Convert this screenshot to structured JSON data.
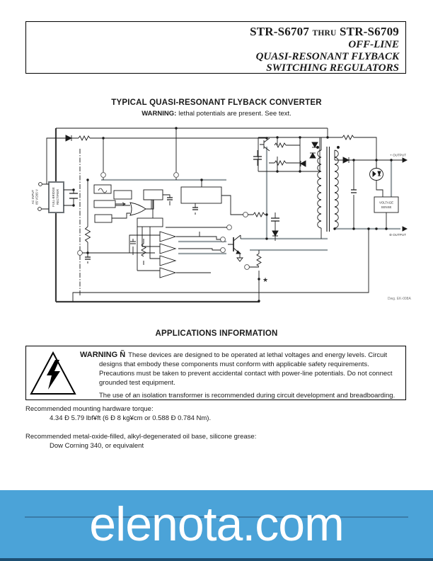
{
  "header": {
    "part_start": "STR-S6707",
    "thru": "THRU",
    "part_end": "STR-S6709",
    "subtitle_line1": "OFF-LINE",
    "subtitle_line2": "QUASI-RESONANT FLYBACK",
    "subtitle_line3": "SWITCHING REGULATORS"
  },
  "figure": {
    "title": "TYPICAL QUASI-RESONANT FLYBACK CONVERTER",
    "warning_label": "WARNING:",
    "warning_text": "lethal potentials are present.  See text."
  },
  "diagram": {
    "ac_input_line1": "AC INPUT",
    "ac_input_line2": "85 V/265 V",
    "rectifier_line1": "FULL-BRIDGE",
    "rectifier_line2": "RECTIFIER",
    "voltage_sense_line1": "VOLTAGE",
    "voltage_sense_line2": "SENSE",
    "output_pos": "+ OUTPUT",
    "output_neg": "Ð OUTPUT",
    "star": "★",
    "dwg_number": "Dwg. EK-008A"
  },
  "applications": {
    "heading": "APPLICATIONS INFORMATION",
    "warning_lead": "WARNING Ñ",
    "warning_body": "These devices are designed to be operated at lethal voltages and energy levels.  Circuit designs that embody these components must conform with applicable safety requirements.  Precautions must be taken to prevent accidental contact with power-line potentials.  Do not connect grounded test equipment.",
    "warning_note": "The use of an isolation transformer is recommended during circuit development and breadboarding."
  },
  "notes": {
    "torque_heading": "Recommended mounting hardware torque:",
    "torque_value": "4.34 Ð 5.79 lbf¥ft (6 Ð 8 kg¥cm or 0.588 Ð 0.784 Nm).",
    "grease_heading": "Recommended metal-oxide-filled, alkyl-degenerated oil base, silicone grease:",
    "grease_value": "Dow Corning 340, or equivalent"
  },
  "watermark": {
    "text": "elenota.com",
    "background_color": "#4BA3D8",
    "line_color": "#3A7CA8",
    "bottom_edge_color": "#1D4F73",
    "text_color": "#FFFFFF"
  }
}
